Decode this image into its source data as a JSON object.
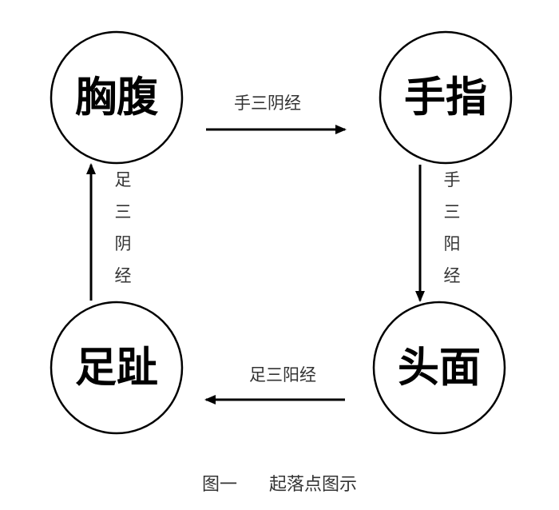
{
  "nodes": {
    "chest_abdomen": "胸腹",
    "fingers": "手指",
    "head_face": "头面",
    "toes": "足趾"
  },
  "edges": {
    "top": "手三阴经",
    "right": "手三阳经",
    "bottom": "足三阳经",
    "left": "足三阴经"
  },
  "caption": {
    "number": "图一",
    "title": "起落点图示"
  }
}
